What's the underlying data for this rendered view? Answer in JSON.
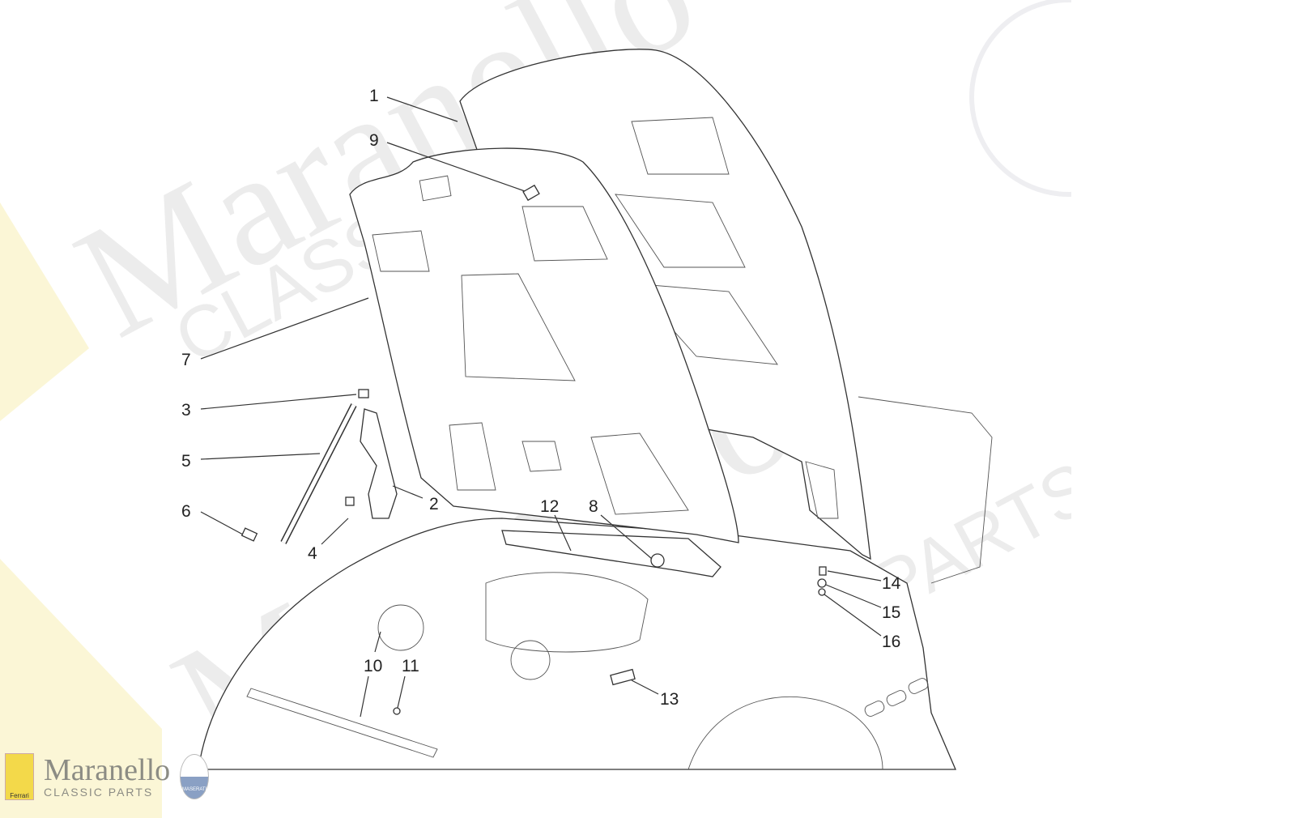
{
  "watermark": {
    "text_large": "Maranello",
    "text_sub": "CLASSIC PARTS"
  },
  "logo": {
    "title": "Maranello",
    "subtitle": "CLASSIC PARTS",
    "left_badge": "Ferrari",
    "right_badge": "MASERATI"
  },
  "callouts": [
    {
      "id": "1",
      "label": "1"
    },
    {
      "id": "9",
      "label": "9"
    },
    {
      "id": "7",
      "label": "7"
    },
    {
      "id": "3",
      "label": "3"
    },
    {
      "id": "5",
      "label": "5"
    },
    {
      "id": "6",
      "label": "6"
    },
    {
      "id": "4",
      "label": "4"
    },
    {
      "id": "2",
      "label": "2"
    },
    {
      "id": "12",
      "label": "12"
    },
    {
      "id": "8",
      "label": "8"
    },
    {
      "id": "14",
      "label": "14"
    },
    {
      "id": "15",
      "label": "15"
    },
    {
      "id": "16",
      "label": "16"
    },
    {
      "id": "10",
      "label": "10"
    },
    {
      "id": "11",
      "label": "11"
    },
    {
      "id": "13",
      "label": "13"
    }
  ]
}
